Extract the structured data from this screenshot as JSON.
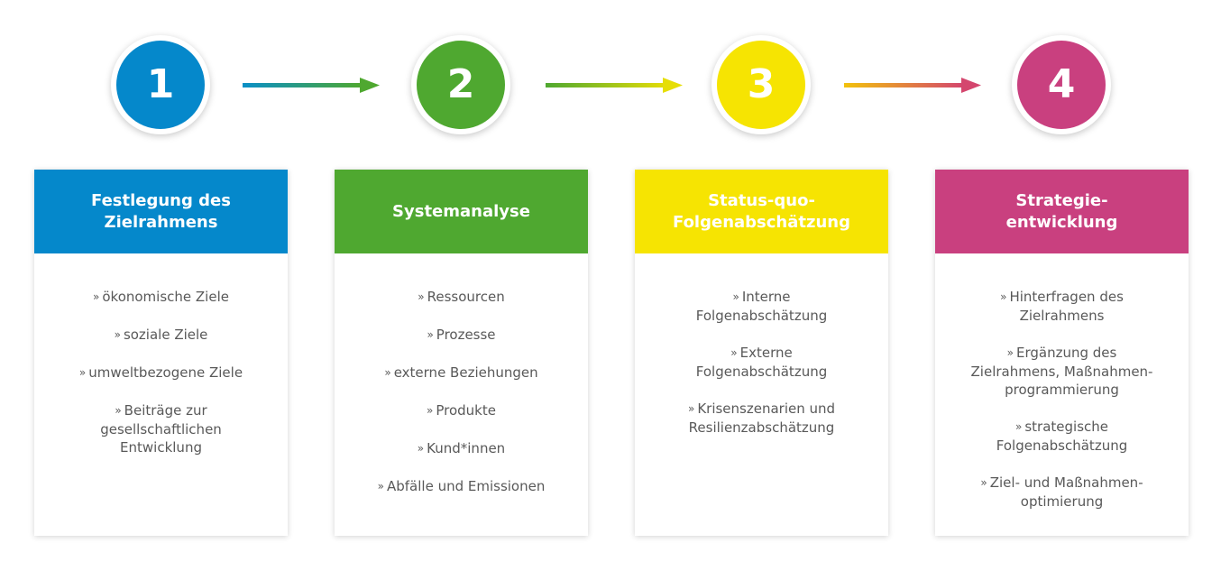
{
  "colors": {
    "blue": "#0588cb",
    "green": "#4fa830",
    "yellow": "#f6e402",
    "magenta": "#c9407f"
  },
  "bullet_symbol": "»",
  "steps": [
    {
      "number": "1",
      "title": "Festlegung des\nZielrahmens",
      "items": [
        "ökonomische Ziele",
        "soziale Ziele",
        "umweltbezogene Ziele",
        "Beiträge zur\ngesellschaftlichen\nEntwicklung"
      ]
    },
    {
      "number": "2",
      "title": "Systemanalyse",
      "items": [
        "Ressourcen",
        "Prozesse",
        "externe Beziehungen",
        "Produkte",
        "Kund*innen",
        "Abfälle und Emissionen"
      ]
    },
    {
      "number": "3",
      "title": "Status-quo-\nFolgenabschätzung",
      "items": [
        "Interne\nFolgenabschätzung",
        "Externe\nFolgenabschätzung",
        "Krisenszenarien und\nResilienzabschätzung"
      ]
    },
    {
      "number": "4",
      "title": "Strategie-\nentwicklung",
      "items": [
        "Hinterfragen des\nZielrahmens",
        "Ergänzung des\nZielrahmens, Maßnahmen-\nprogrammierung",
        "strategische\nFolgenabschätzung",
        "Ziel- und Maßnahmen-\noptimierung"
      ]
    }
  ]
}
